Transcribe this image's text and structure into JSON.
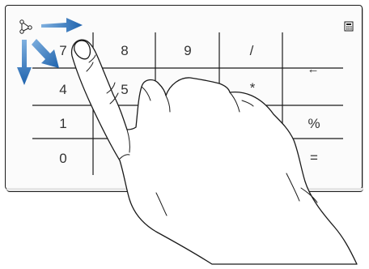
{
  "numberpad": {
    "keys": {
      "k7": "7",
      "k8": "8",
      "k9": "9",
      "divide": "/",
      "backspace": "←",
      "k4": "4",
      "k5": "5",
      "multiply": "*",
      "k1": "1",
      "percent": "%",
      "k0": "0",
      "equals": "="
    },
    "toggle_icon": "numberpad-toggle-icon",
    "calculator_icon": "calculator-icon"
  },
  "gesture": {
    "direction_arrows": [
      "right",
      "down-right",
      "down"
    ],
    "hand": "index-finger-touch"
  },
  "colors": {
    "arrow_blue": "#1f63ad",
    "arrow_blue_light": "#7fb0df",
    "outline": "#1a1a1a",
    "pad_background": "#fbfbfb"
  }
}
